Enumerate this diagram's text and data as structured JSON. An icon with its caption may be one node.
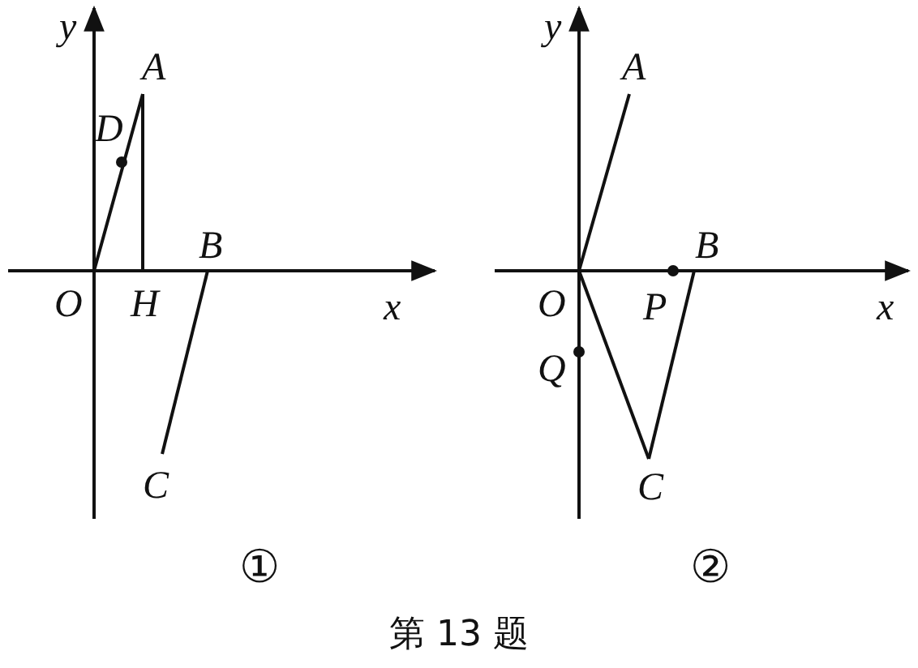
{
  "diagram": {
    "caption": "第 13 题",
    "nodes": [
      {
        "text": [
          "A"
        ]
      },
      {
        "text": [
          "D"
        ]
      },
      {
        "text": [
          "O"
        ]
      },
      {
        "text": [
          "H"
        ]
      },
      {
        "text": [
          "B"
        ]
      },
      {
        "text": [
          "C"
        ]
      },
      {
        "text": [
          "A"
        ]
      },
      {
        "text": [
          "O"
        ]
      },
      {
        "text": [
          "P"
        ]
      },
      {
        "text": [
          "B"
        ]
      },
      {
        "text": [
          "Q"
        ]
      },
      {
        "text": [
          "C"
        ]
      }
    ],
    "edges": [
      {
        "from": 2,
        "to": 0,
        "arrow": "none"
      },
      {
        "from": 0,
        "to": 3,
        "arrow": "none"
      },
      {
        "from": 4,
        "to": 5,
        "arrow": "none"
      },
      {
        "from": 7,
        "to": 6,
        "arrow": "none"
      },
      {
        "from": 7,
        "to": 11,
        "arrow": "none"
      },
      {
        "from": 11,
        "to": 9,
        "arrow": "none"
      }
    ],
    "labels": [
      "y",
      "x",
      "①",
      "y",
      "x",
      "②"
    ]
  }
}
